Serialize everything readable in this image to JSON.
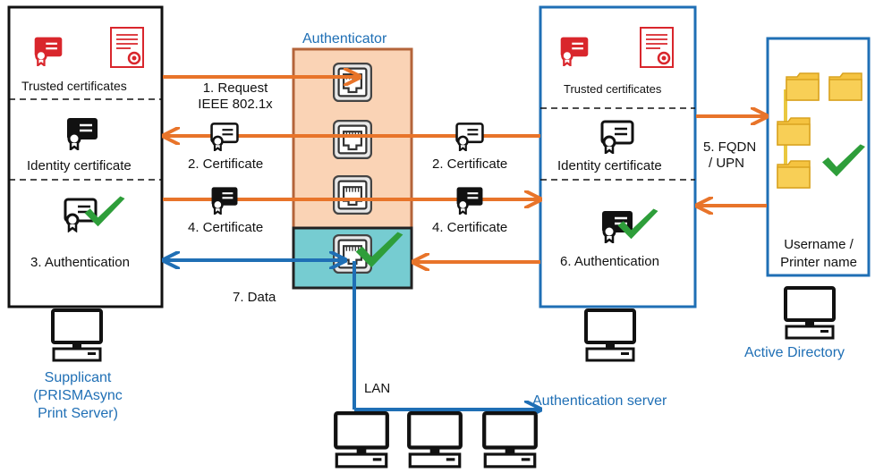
{
  "supplicant": {
    "trusted_label": "Trusted certificates",
    "identity_label": "Identity certificate",
    "auth_label": "3. Authentication",
    "caption_lines": [
      "Supplicant",
      "(PRISMAsync",
      "Print Server)"
    ]
  },
  "authenticator": {
    "title": "Authenticator"
  },
  "auth_server": {
    "trusted_label": "Trusted certificates",
    "identity_label": "Identity certificate",
    "auth_label": "6. Authentication",
    "caption": "Authentication server"
  },
  "active_directory": {
    "inner_lines": [
      "Username /",
      "Printer name"
    ],
    "caption": "Active Directory"
  },
  "flows": {
    "request_line1": "1. Request",
    "request_line2": "IEEE 802.1x",
    "cert_left_2": "2. Certificate",
    "cert_right_2": "2. Certificate",
    "cert_left_4": "4. Certificate",
    "cert_right_4": "4. Certificate",
    "fqdn_line1": "5. FQDN",
    "fqdn_line2": "/ UPN",
    "data": "7. Data",
    "lan": "LAN"
  },
  "colors": {
    "orange": "#e8742a",
    "blue": "#1f6fb5",
    "red": "#d9262c",
    "green": "#2e9e3a",
    "authenticator_fill": "#fad3b5",
    "authenticator_border": "#b4643a",
    "data_port_fill": "#76ccd1",
    "folder": "#f5c340"
  }
}
